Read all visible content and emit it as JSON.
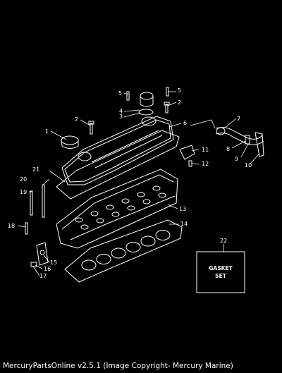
{
  "callouts": [
    "1",
    "2",
    "3",
    "4",
    "5",
    "6",
    "7",
    "8",
    "9",
    "10",
    "11",
    "12",
    "13",
    "14",
    "15",
    "16",
    "17",
    "18",
    "19",
    "20",
    "21",
    "22"
  ],
  "gasket_set": {
    "line1": "GASKET",
    "line2": "SET"
  },
  "footer": "MercuryPartsOnline v2.5.1 (Image Copyright- Mercury Marine)"
}
